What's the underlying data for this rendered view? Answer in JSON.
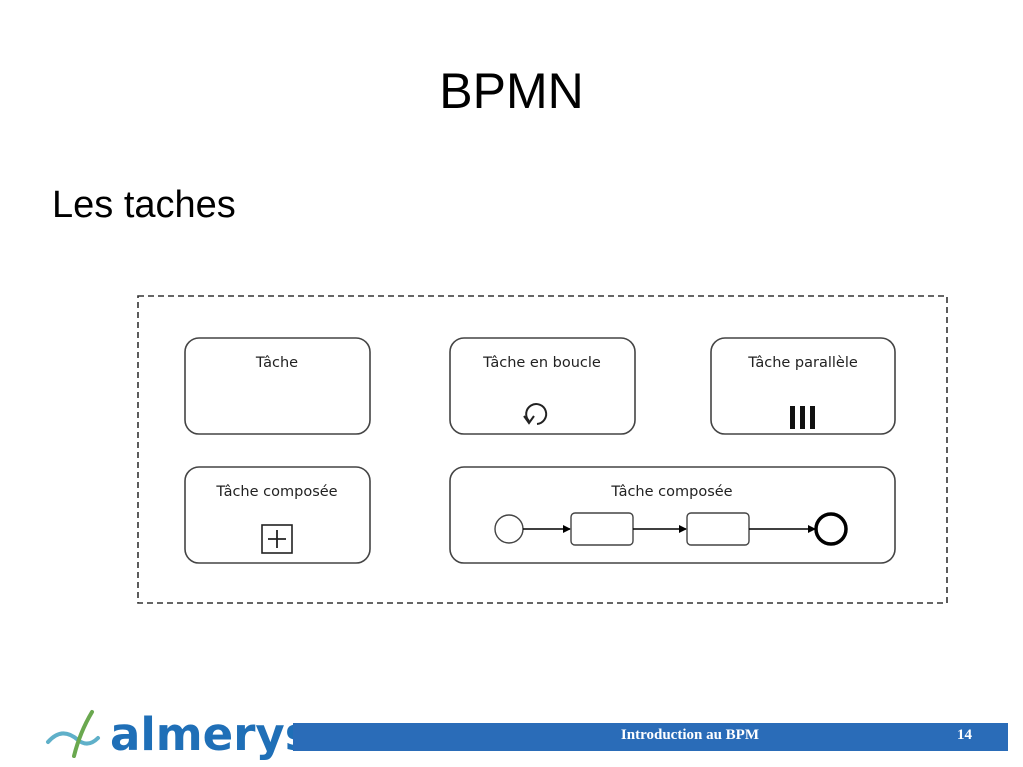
{
  "slide": {
    "title": "BPMN",
    "subtitle": "Les taches"
  },
  "diagram": {
    "tasks": [
      {
        "label": "Tâche",
        "marker": "none"
      },
      {
        "label": "Tâche en boucle",
        "marker": "loop-icon"
      },
      {
        "label": "Tâche parallèle",
        "marker": "parallel-icon"
      },
      {
        "label": "Tâche composée",
        "marker": "plus-icon"
      },
      {
        "label": "Tâche composée",
        "marker": "expanded-subprocess"
      }
    ]
  },
  "footer": {
    "logo": "almerys",
    "title": "Introduction au BPM",
    "page": "14"
  },
  "colors": {
    "brand": "#1f6fb7",
    "footer_bar": "#2a6cb8"
  }
}
